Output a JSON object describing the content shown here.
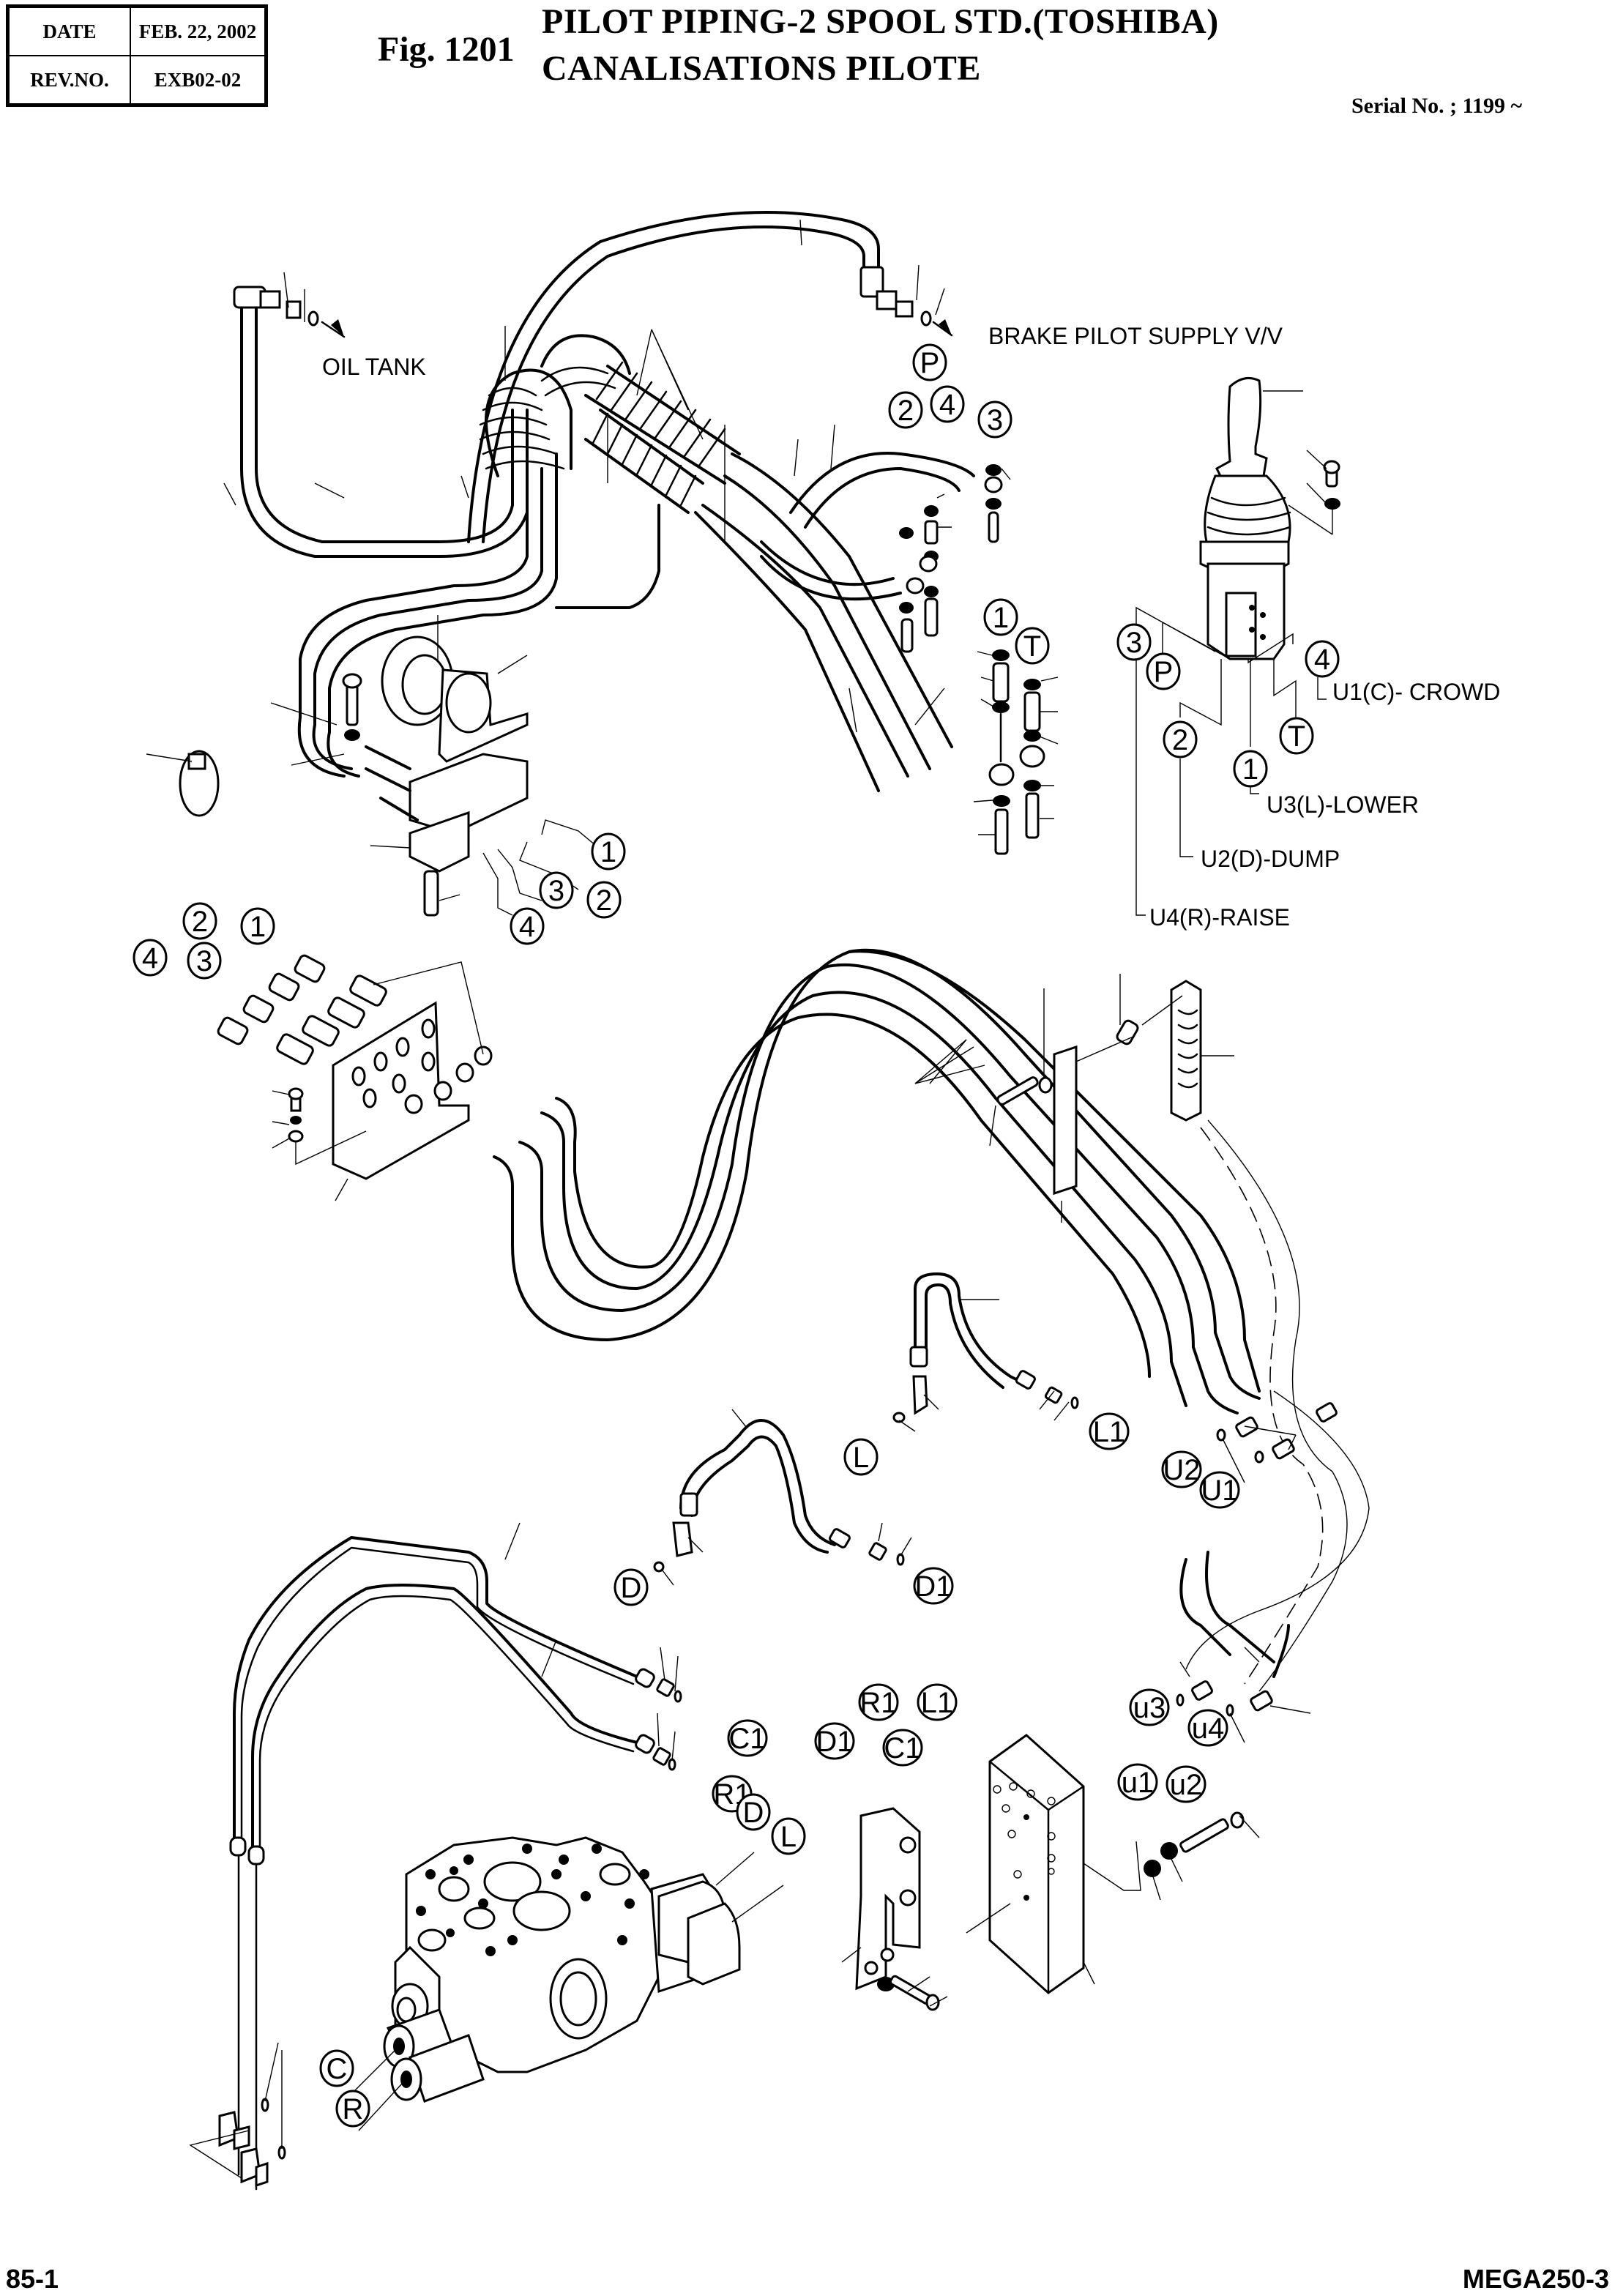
{
  "header": {
    "date_label": "DATE",
    "date_value": "FEB. 22, 2002",
    "rev_label": "REV.NO.",
    "rev_value": "EXB02-02",
    "fig_number": "Fig. 1201",
    "title_en": "PILOT PIPING-2 SPOOL STD.(TOSHIBA)",
    "title_fr": "CANALISATIONS PILOTE",
    "serial": "Serial No. ; 1199 ~"
  },
  "annotations": {
    "oil_tank": "OIL TANK",
    "brake_pilot_supply": "BRAKE PILOT SUPPLY V/V",
    "u1_crowd": "U1(C)- CROWD",
    "u3_lower": "U3(L)-LOWER",
    "u2_dump": "U2(D)-DUMP",
    "u4_raise": "U4(R)-RAISE"
  },
  "callouts": {
    "top_P": "P",
    "top_2": "2",
    "top_4": "4",
    "top_3": "3",
    "top_1": "1",
    "top_T": "T",
    "joy_3": "3",
    "joy_P": "P",
    "joy_2": "2",
    "joy_1": "1",
    "joy_T": "T",
    "joy_4": "4",
    "clamp_1": "1",
    "clamp_2": "2",
    "clamp_3": "3",
    "clamp_4": "4",
    "fit_2": "2",
    "fit_1": "1",
    "fit_4": "4",
    "fit_3": "3",
    "mid_L": "L",
    "mid_L1": "L1",
    "mid_U2": "U2",
    "mid_U1": "U1",
    "mid_D": "D",
    "mid_D1": "D1",
    "low_C1": "C1",
    "low_R1": "R1",
    "low_D": "D",
    "low_L": "L",
    "low_C": "C",
    "low_R": "R",
    "blk_R1": "R1",
    "blk_L1": "L1",
    "blk_D1": "D1",
    "blk_C1": "C1",
    "blk_u3": "u3",
    "blk_u4": "u4",
    "blk_u1": "u1",
    "blk_u2": "u2"
  },
  "footer": {
    "page": "85-1",
    "model": "MEGA250-3"
  }
}
